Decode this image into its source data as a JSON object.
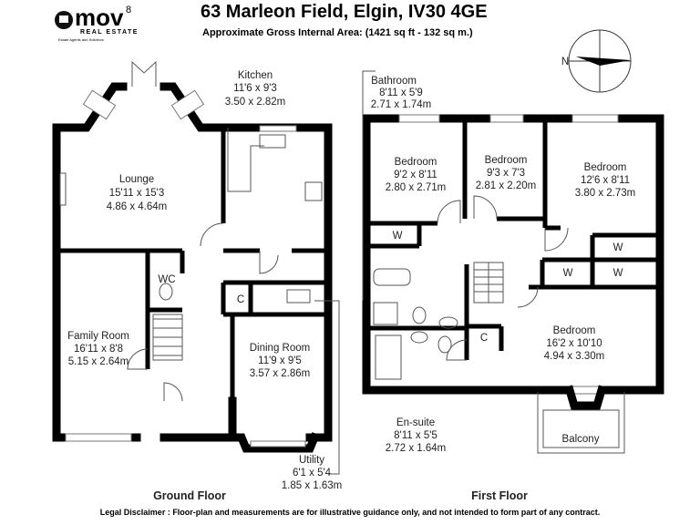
{
  "header": {
    "title": "63 Marleon Field, Elgin, IV30 4GE",
    "subtitle": "Approximate Gross Internal Area: (1421 sq ft - 132 sq m.)"
  },
  "logo": {
    "brand": "mov",
    "superscript": "8",
    "tagline": "REAL ESTATE",
    "sub": "Estate Agents and Solicitors"
  },
  "compass": {
    "label": "N"
  },
  "floors": {
    "ground": {
      "label": "Ground Floor",
      "rooms": [
        {
          "name": "Lounge",
          "imperial": "15'11 x 15'3",
          "metric": "4.86 x 4.64m"
        },
        {
          "name": "Kitchen",
          "imperial": "11'6 x 9'3",
          "metric": "3.50 x 2.82m"
        },
        {
          "name": "Family Room",
          "imperial": "16'11 x 8'8",
          "metric": "5.15 x 2.64m"
        },
        {
          "name": "Dining Room",
          "imperial": "11'9 x 9'5",
          "metric": "3.57 x 2.86m"
        },
        {
          "name": "Utility",
          "imperial": "6'1 x 5'4",
          "metric": "1.85 x 1.63m"
        }
      ],
      "small": {
        "wc": "WC",
        "cupboard": "C"
      }
    },
    "first": {
      "label": "First Floor",
      "rooms": [
        {
          "name": "Bathroom",
          "imperial": "8'11 x 5'9",
          "metric": "2.71 x 1.74m"
        },
        {
          "name": "Bedroom",
          "imperial": "9'2 x 8'11",
          "metric": "2.80 x 2.71m"
        },
        {
          "name": "Bedroom",
          "imperial": "9'3 x 7'3",
          "metric": "2.81 x 2.20m"
        },
        {
          "name": "Bedroom",
          "imperial": "12'6 x 8'11",
          "metric": "3.80 x 2.73m"
        },
        {
          "name": "Bedroom",
          "imperial": "16'2 x 10'10",
          "metric": "4.94 x 3.30m"
        },
        {
          "name": "En-suite",
          "imperial": "8'11 x 5'5",
          "metric": "2.72 x 1.64m"
        },
        {
          "name": "Balcony"
        }
      ],
      "small": {
        "wardrobe": "W",
        "cupboard": "C"
      }
    }
  },
  "disclaimer": "Legal Disclaimer : Floor-plan and measurements are for illustrative guidance only, and not intended to form part of any contract."
}
